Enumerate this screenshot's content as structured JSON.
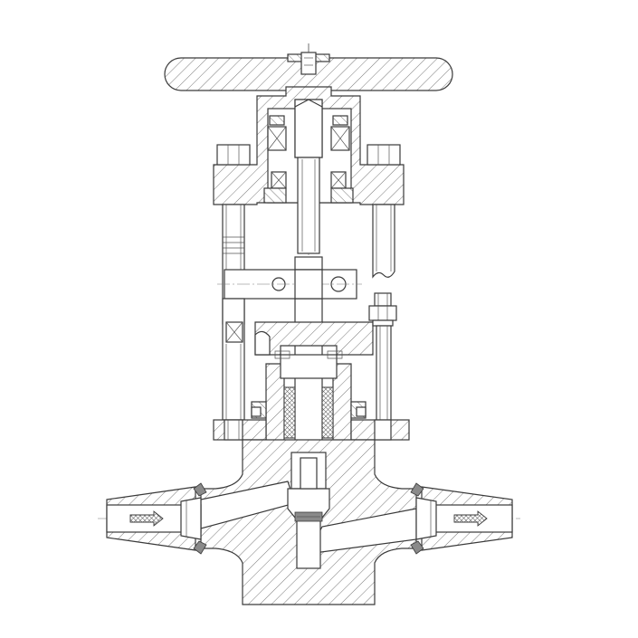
{
  "drawing": {
    "line_color": "#3a3a3a",
    "background": "#ffffff",
    "parts": [
      "handwheel",
      "yoke",
      "thrust-bearings",
      "stem",
      "yoke-bolts",
      "stem-clamp",
      "gland-flange",
      "gland-packing",
      "bonnet-bolts",
      "valve-body",
      "disc",
      "inlet-weld-end",
      "outlet-weld-end",
      "flow-arrows"
    ]
  }
}
